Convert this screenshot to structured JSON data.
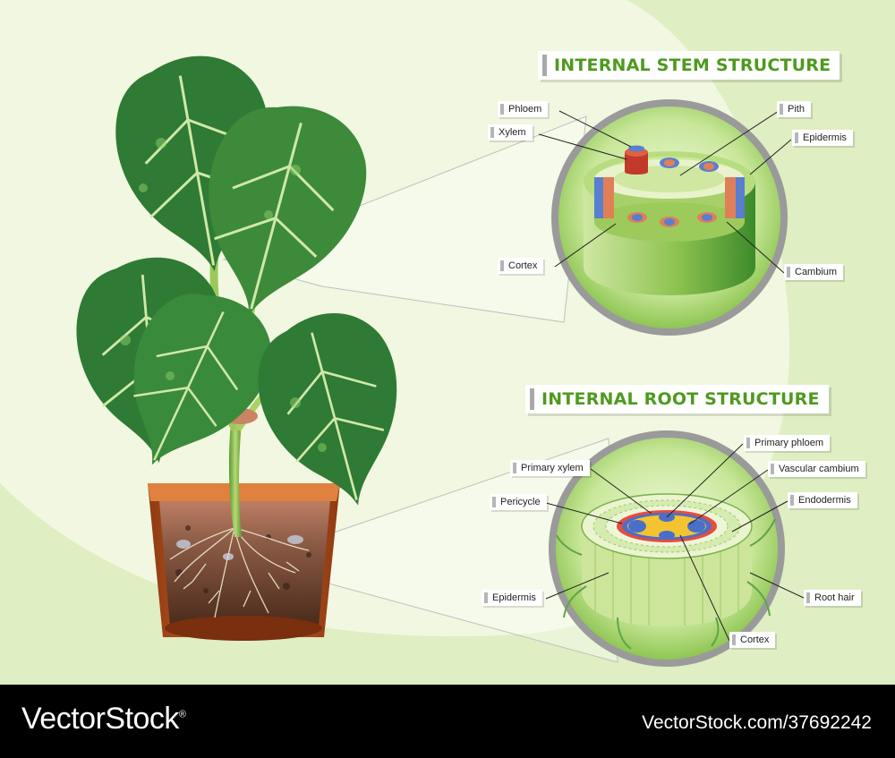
{
  "stem_section": {
    "title": "INTERNAL STEM STRUCTURE",
    "labels": {
      "phloem": "Phloem",
      "xylem": "Xylem",
      "pith": "Pith",
      "epidermis": "Epidermis",
      "cortex": "Cortex",
      "cambium": "Cambium"
    }
  },
  "root_section": {
    "title": "INTERNAL ROOT STRUCTURE",
    "labels": {
      "primary_phloem": "Primary phloem",
      "primary_xylem": "Primary xylem",
      "vascular_cambium": "Vascular cambium",
      "pericycle": "Pericycle",
      "endodermis": "Endodermis",
      "epidermis": "Epidermis",
      "root_hair": "Root hair",
      "cortex": "Cortex"
    }
  },
  "footer": {
    "brand": "VectorStock",
    "registered_mark": "®",
    "image_ref": "VectorStock.com/37692242"
  },
  "colors": {
    "background": "#dfeec3",
    "background_light": "#f1f7e0",
    "title_green": "#4e9a1e",
    "leaf_dark": "#2f7a35",
    "leaf_light": "#66b24a",
    "pot": "#c25a22",
    "footer_bg": "#000000"
  }
}
